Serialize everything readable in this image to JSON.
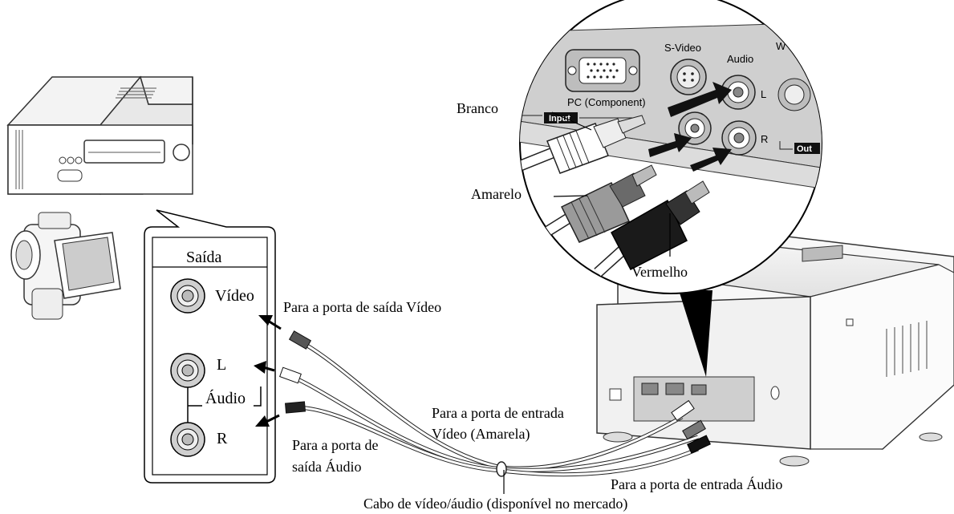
{
  "labels": {
    "branco": "Branco",
    "amarelo": "Amarelo",
    "vermelho": "Vermelho",
    "saida": "Saída",
    "video": "Vídeo",
    "l": "L",
    "audio": "Áudio",
    "r": "R",
    "para_saida_video": "Para a porta de saída Vídeo",
    "para_entrada_video_1": "Para a porta de entrada",
    "para_entrada_video_2": "Vídeo (Amarela)",
    "para_saida_audio_1": "Para a porta de",
    "para_saida_audio_2": "saída Áudio",
    "para_entrada_audio": "Para a porta de entrada Áudio",
    "cabo": "Cabo de vídeo/áudio (disponível no mercado)"
  },
  "projector_panel": {
    "s_video": "S-Video",
    "audio": "Audio",
    "pc_component": "PC (Component)",
    "input": "Input",
    "l": "L",
    "r": "R",
    "out": "Out",
    "w": "W"
  }
}
